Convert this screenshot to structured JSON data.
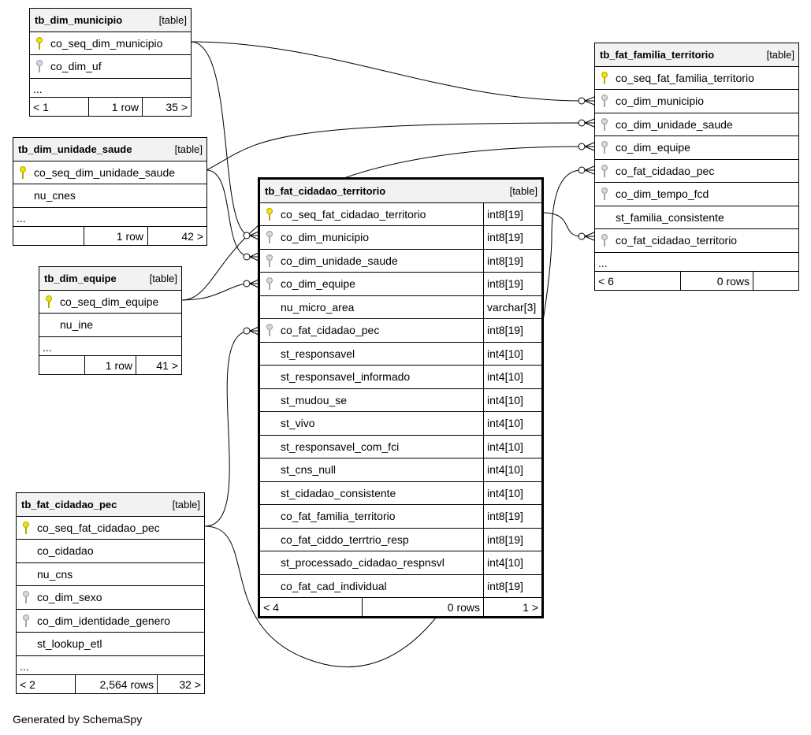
{
  "footer": {
    "generated": "Generated by SchemaSpy"
  },
  "tables": {
    "dim_municipio": {
      "name": "tb_dim_municipio",
      "kind": "[table]",
      "columns": [
        {
          "name": "co_seq_dim_municipio",
          "key": "pk"
        },
        {
          "name": "co_dim_uf",
          "key": "fk"
        }
      ],
      "ellipsis": "...",
      "footer": {
        "left": "< 1",
        "mid": "1 row",
        "right": "35 >"
      }
    },
    "dim_unidade_saude": {
      "name": "tb_dim_unidade_saude",
      "kind": "[table]",
      "columns": [
        {
          "name": "co_seq_dim_unidade_saude",
          "key": "pk"
        },
        {
          "name": "nu_cnes",
          "key": ""
        }
      ],
      "ellipsis": "...",
      "footer": {
        "left": "",
        "mid": "1 row",
        "right": "42 >"
      }
    },
    "dim_equipe": {
      "name": "tb_dim_equipe",
      "kind": "[table]",
      "columns": [
        {
          "name": "co_seq_dim_equipe",
          "key": "pk"
        },
        {
          "name": "nu_ine",
          "key": ""
        }
      ],
      "ellipsis": "...",
      "footer": {
        "left": "",
        "mid": "1 row",
        "right": "41 >"
      }
    },
    "fat_cidadao_pec": {
      "name": "tb_fat_cidadao_pec",
      "kind": "[table]",
      "columns": [
        {
          "name": "co_seq_fat_cidadao_pec",
          "key": "pk"
        },
        {
          "name": "co_cidadao",
          "key": ""
        },
        {
          "name": "nu_cns",
          "key": ""
        },
        {
          "name": "co_dim_sexo",
          "key": "fk"
        },
        {
          "name": "co_dim_identidade_genero",
          "key": "fk"
        },
        {
          "name": "st_lookup_etl",
          "key": ""
        }
      ],
      "ellipsis": "...",
      "footer": {
        "left": "< 2",
        "mid": "2,564 rows",
        "right": "32 >"
      }
    },
    "fat_familia_territorio": {
      "name": "tb_fat_familia_territorio",
      "kind": "[table]",
      "columns": [
        {
          "name": "co_seq_fat_familia_territorio",
          "key": "pk"
        },
        {
          "name": "co_dim_municipio",
          "key": "fk"
        },
        {
          "name": "co_dim_unidade_saude",
          "key": "fk"
        },
        {
          "name": "co_dim_equipe",
          "key": "fk"
        },
        {
          "name": "co_fat_cidadao_pec",
          "key": "fk"
        },
        {
          "name": "co_dim_tempo_fcd",
          "key": "fk"
        },
        {
          "name": "st_familia_consistente",
          "key": ""
        },
        {
          "name": "co_fat_cidadao_territorio",
          "key": "fk"
        }
      ],
      "ellipsis": "...",
      "footer": {
        "left": "< 6",
        "mid": "0 rows",
        "right": ""
      }
    },
    "fat_cidadao_territorio": {
      "name": "tb_fat_cidadao_territorio",
      "kind": "[table]",
      "columns": [
        {
          "name": "co_seq_fat_cidadao_territorio",
          "key": "pk",
          "type": "int8[19]"
        },
        {
          "name": "co_dim_municipio",
          "key": "fk",
          "type": "int8[19]"
        },
        {
          "name": "co_dim_unidade_saude",
          "key": "fk",
          "type": "int8[19]"
        },
        {
          "name": "co_dim_equipe",
          "key": "fk",
          "type": "int8[19]"
        },
        {
          "name": "nu_micro_area",
          "key": "",
          "type": "varchar[3]"
        },
        {
          "name": "co_fat_cidadao_pec",
          "key": "fk",
          "type": "int8[19]"
        },
        {
          "name": "st_responsavel",
          "key": "",
          "type": "int4[10]"
        },
        {
          "name": "st_responsavel_informado",
          "key": "",
          "type": "int4[10]"
        },
        {
          "name": "st_mudou_se",
          "key": "",
          "type": "int4[10]"
        },
        {
          "name": "st_vivo",
          "key": "",
          "type": "int4[10]"
        },
        {
          "name": "st_responsavel_com_fci",
          "key": "",
          "type": "int4[10]"
        },
        {
          "name": "st_cns_null",
          "key": "",
          "type": "int4[10]"
        },
        {
          "name": "st_cidadao_consistente",
          "key": "",
          "type": "int4[10]"
        },
        {
          "name": "co_fat_familia_territorio",
          "key": "",
          "type": "int8[19]"
        },
        {
          "name": "co_fat_ciddo_terrtrio_resp",
          "key": "",
          "type": "int8[19]"
        },
        {
          "name": "st_processado_cidadao_respnsvl",
          "key": "",
          "type": "int4[10]"
        },
        {
          "name": "co_fat_cad_individual",
          "key": "",
          "type": "int8[19]"
        }
      ],
      "footer": {
        "left": "< 4",
        "mid": "0 rows",
        "right": "1 >"
      }
    }
  }
}
